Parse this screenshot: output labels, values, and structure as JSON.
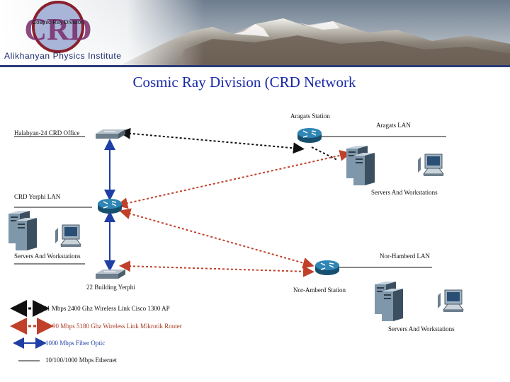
{
  "banner": {
    "logo_text": "Cosmic Ray Division",
    "logo_letters": "CRD",
    "institute": "Alikhanyan Physics Institute"
  },
  "title": "Cosmic Ray Division (CRD Network",
  "nodes": {
    "aragats_station": "Aragats Station",
    "aragats_lan": "Aragats LAN",
    "halabyan_office": "Halabyan-24 CRD Office",
    "servers_aragats": "Servers And Workstations",
    "crd_yerphi_lan": "CRD Yerphi LAN",
    "servers_yerphi": "Servers And Workstations",
    "nor_hamberd_lan": "Nor-Hamberd LAN",
    "building_yerphi": "22 Building Yerphi",
    "nor_amberd_station": "Nor-Amberd Station",
    "servers_nor": "Servers And Workstations"
  },
  "legend": [
    {
      "label": "11 Mbps 2400 Ghz Wireless Link Cisco 1300 AP",
      "color": "#111111"
    },
    {
      "label": "90 Mbps 5180 Ghz Wireless Link Mikrotik Router",
      "color": "#b5401e"
    },
    {
      "label": "1000 Mbps Fiber Optic",
      "color": "#1f3fa6"
    },
    {
      "label": "10/100/1000 Mbps Ethernet",
      "color": "#111111"
    }
  ],
  "colors": {
    "title": "#1a2aa8",
    "router": "#1f6d9a",
    "fiber": "#1f3fa6",
    "wireless_red": "#c0402a",
    "wireless_black": "#111111"
  }
}
